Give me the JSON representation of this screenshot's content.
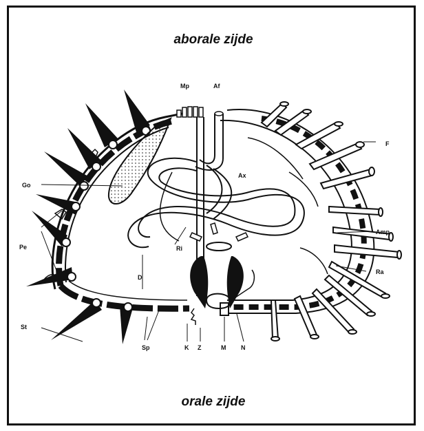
{
  "titles": {
    "top": "aborale zijde",
    "bottom": "orale zijde"
  },
  "labels": {
    "mp": "Mp",
    "af": "Af",
    "f": "F",
    "ax": "Ax",
    "go": "Go",
    "ri": "Ri",
    "d": "D",
    "pe": "Pe",
    "st": "St",
    "amp": "Amp",
    "ra": "Ra",
    "sp": "Sp",
    "k": "K",
    "z": "Z",
    "m": "M",
    "n": "N"
  },
  "colors": {
    "ink": "#111111",
    "paper": "#ffffff"
  }
}
